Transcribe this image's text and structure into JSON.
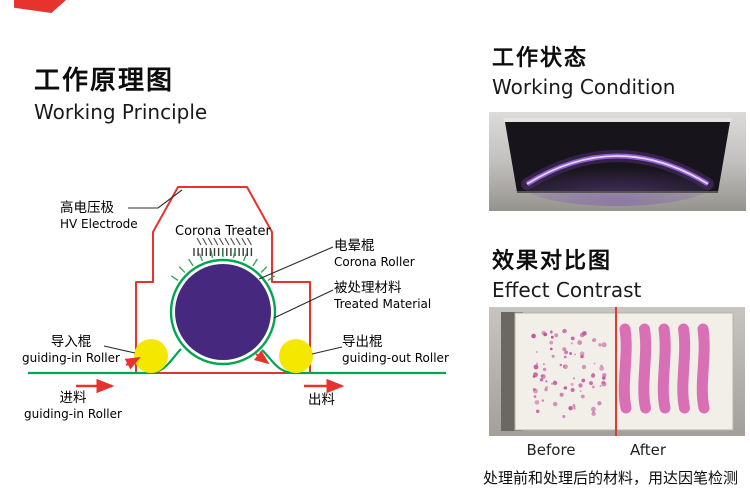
{
  "principle": {
    "title_cn": "工作原理图",
    "title_en": "Working Principle",
    "labels": {
      "hv_cn": "高电压极",
      "hv_en": "HV Electrode",
      "corona_treater": "Corona Treater",
      "roller_cn": "电晕棍",
      "roller_en": "Corona Roller",
      "material_cn": "被处理材料",
      "material_en": "Treated Material",
      "guide_in_cn": "导入棍",
      "guide_in_en": "guiding-in Roller",
      "guide_out_cn": "导出棍",
      "guide_out_en": "guiding-out Roller",
      "feed_in_cn": "进料",
      "feed_in_en": "guiding-in Roller",
      "feed_out_cn": "出料"
    }
  },
  "condition": {
    "title_cn": "工作状态",
    "title_en": "Working Condition"
  },
  "contrast": {
    "title_cn": "效果对比图",
    "title_en": "Effect Contrast",
    "before_label": "Before",
    "after_label": "After",
    "caption": "处理前和处理后的材料，用达因笔检测"
  },
  "colors": {
    "outline_red": "#e8322d",
    "web_green": "#00a651",
    "roller_purple": "#46297e",
    "guide_yellow": "#f5e800",
    "ink_magenta": "#d660ae"
  }
}
